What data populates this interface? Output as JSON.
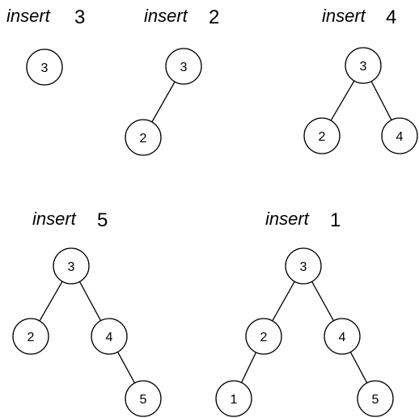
{
  "steps": [
    {
      "operation": "insert",
      "value": "3",
      "nodes": [
        "3"
      ],
      "edges": []
    },
    {
      "operation": "insert",
      "value": "2",
      "nodes": [
        "3",
        "2"
      ],
      "edges": [
        [
          0,
          1
        ]
      ]
    },
    {
      "operation": "insert",
      "value": "4",
      "nodes": [
        "3",
        "2",
        "4"
      ],
      "edges": [
        [
          0,
          1
        ],
        [
          0,
          2
        ]
      ]
    },
    {
      "operation": "insert",
      "value": "5",
      "nodes": [
        "3",
        "2",
        "4",
        "5"
      ],
      "edges": [
        [
          0,
          1
        ],
        [
          0,
          2
        ],
        [
          2,
          3
        ]
      ]
    },
    {
      "operation": "insert",
      "value": "1",
      "nodes": [
        "3",
        "2",
        "4",
        "1",
        "5"
      ],
      "edges": [
        [
          0,
          1
        ],
        [
          0,
          2
        ],
        [
          1,
          3
        ],
        [
          2,
          4
        ]
      ]
    }
  ]
}
